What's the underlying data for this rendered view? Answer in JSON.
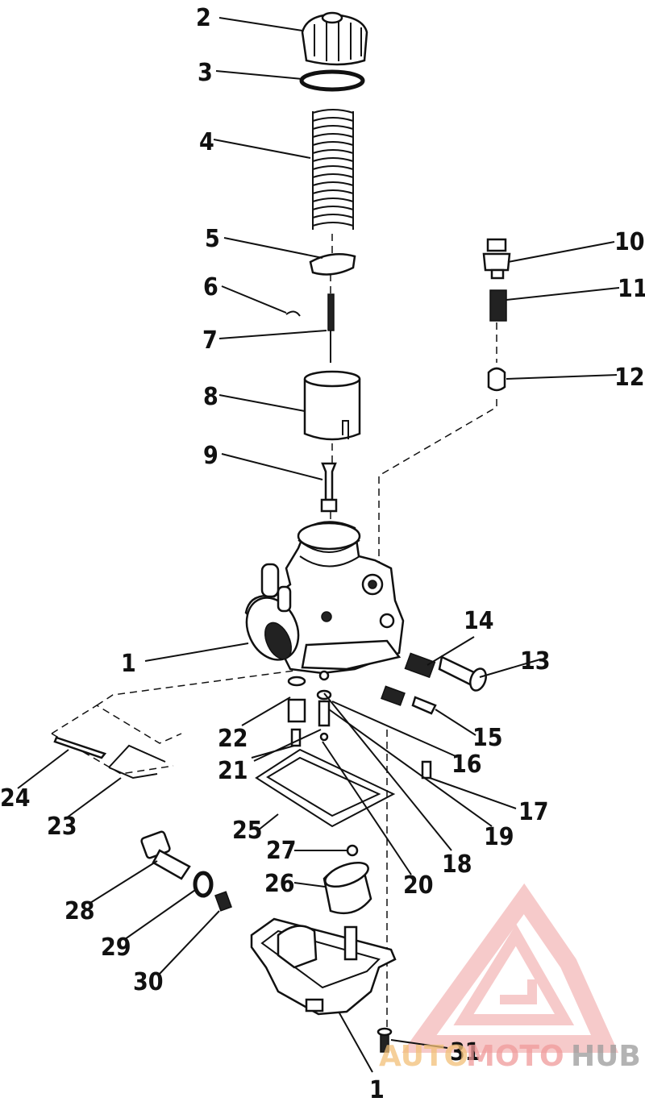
{
  "diagram": {
    "callouts": [
      {
        "id": "2",
        "label": "2"
      },
      {
        "id": "3",
        "label": "3"
      },
      {
        "id": "4",
        "label": "4"
      },
      {
        "id": "5",
        "label": "5"
      },
      {
        "id": "6",
        "label": "6"
      },
      {
        "id": "7",
        "label": "7"
      },
      {
        "id": "8",
        "label": "8"
      },
      {
        "id": "9",
        "label": "9"
      },
      {
        "id": "10",
        "label": "10"
      },
      {
        "id": "11",
        "label": "11"
      },
      {
        "id": "12",
        "label": "12"
      },
      {
        "id": "14",
        "label": "14"
      },
      {
        "id": "13",
        "label": "13"
      },
      {
        "id": "1a",
        "label": "1"
      },
      {
        "id": "15",
        "label": "15"
      },
      {
        "id": "22",
        "label": "22"
      },
      {
        "id": "16",
        "label": "16"
      },
      {
        "id": "21",
        "label": "21"
      },
      {
        "id": "24",
        "label": "24"
      },
      {
        "id": "17",
        "label": "17"
      },
      {
        "id": "23",
        "label": "23"
      },
      {
        "id": "25",
        "label": "25"
      },
      {
        "id": "19",
        "label": "19"
      },
      {
        "id": "27",
        "label": "27"
      },
      {
        "id": "18",
        "label": "18"
      },
      {
        "id": "26",
        "label": "26"
      },
      {
        "id": "20",
        "label": "20"
      },
      {
        "id": "28",
        "label": "28"
      },
      {
        "id": "29",
        "label": "29"
      },
      {
        "id": "30",
        "label": "30"
      },
      {
        "id": "31",
        "label": "31"
      },
      {
        "id": "1b",
        "label": "1"
      }
    ]
  },
  "watermark": {
    "part1": "AUTO",
    "part2": "MOTO",
    "part3": "HUB",
    "colors": {
      "logo": "#f0a0a0",
      "auto": "#f2c078",
      "moto": "#f09a9a",
      "hub": "#9a9a9a"
    }
  }
}
